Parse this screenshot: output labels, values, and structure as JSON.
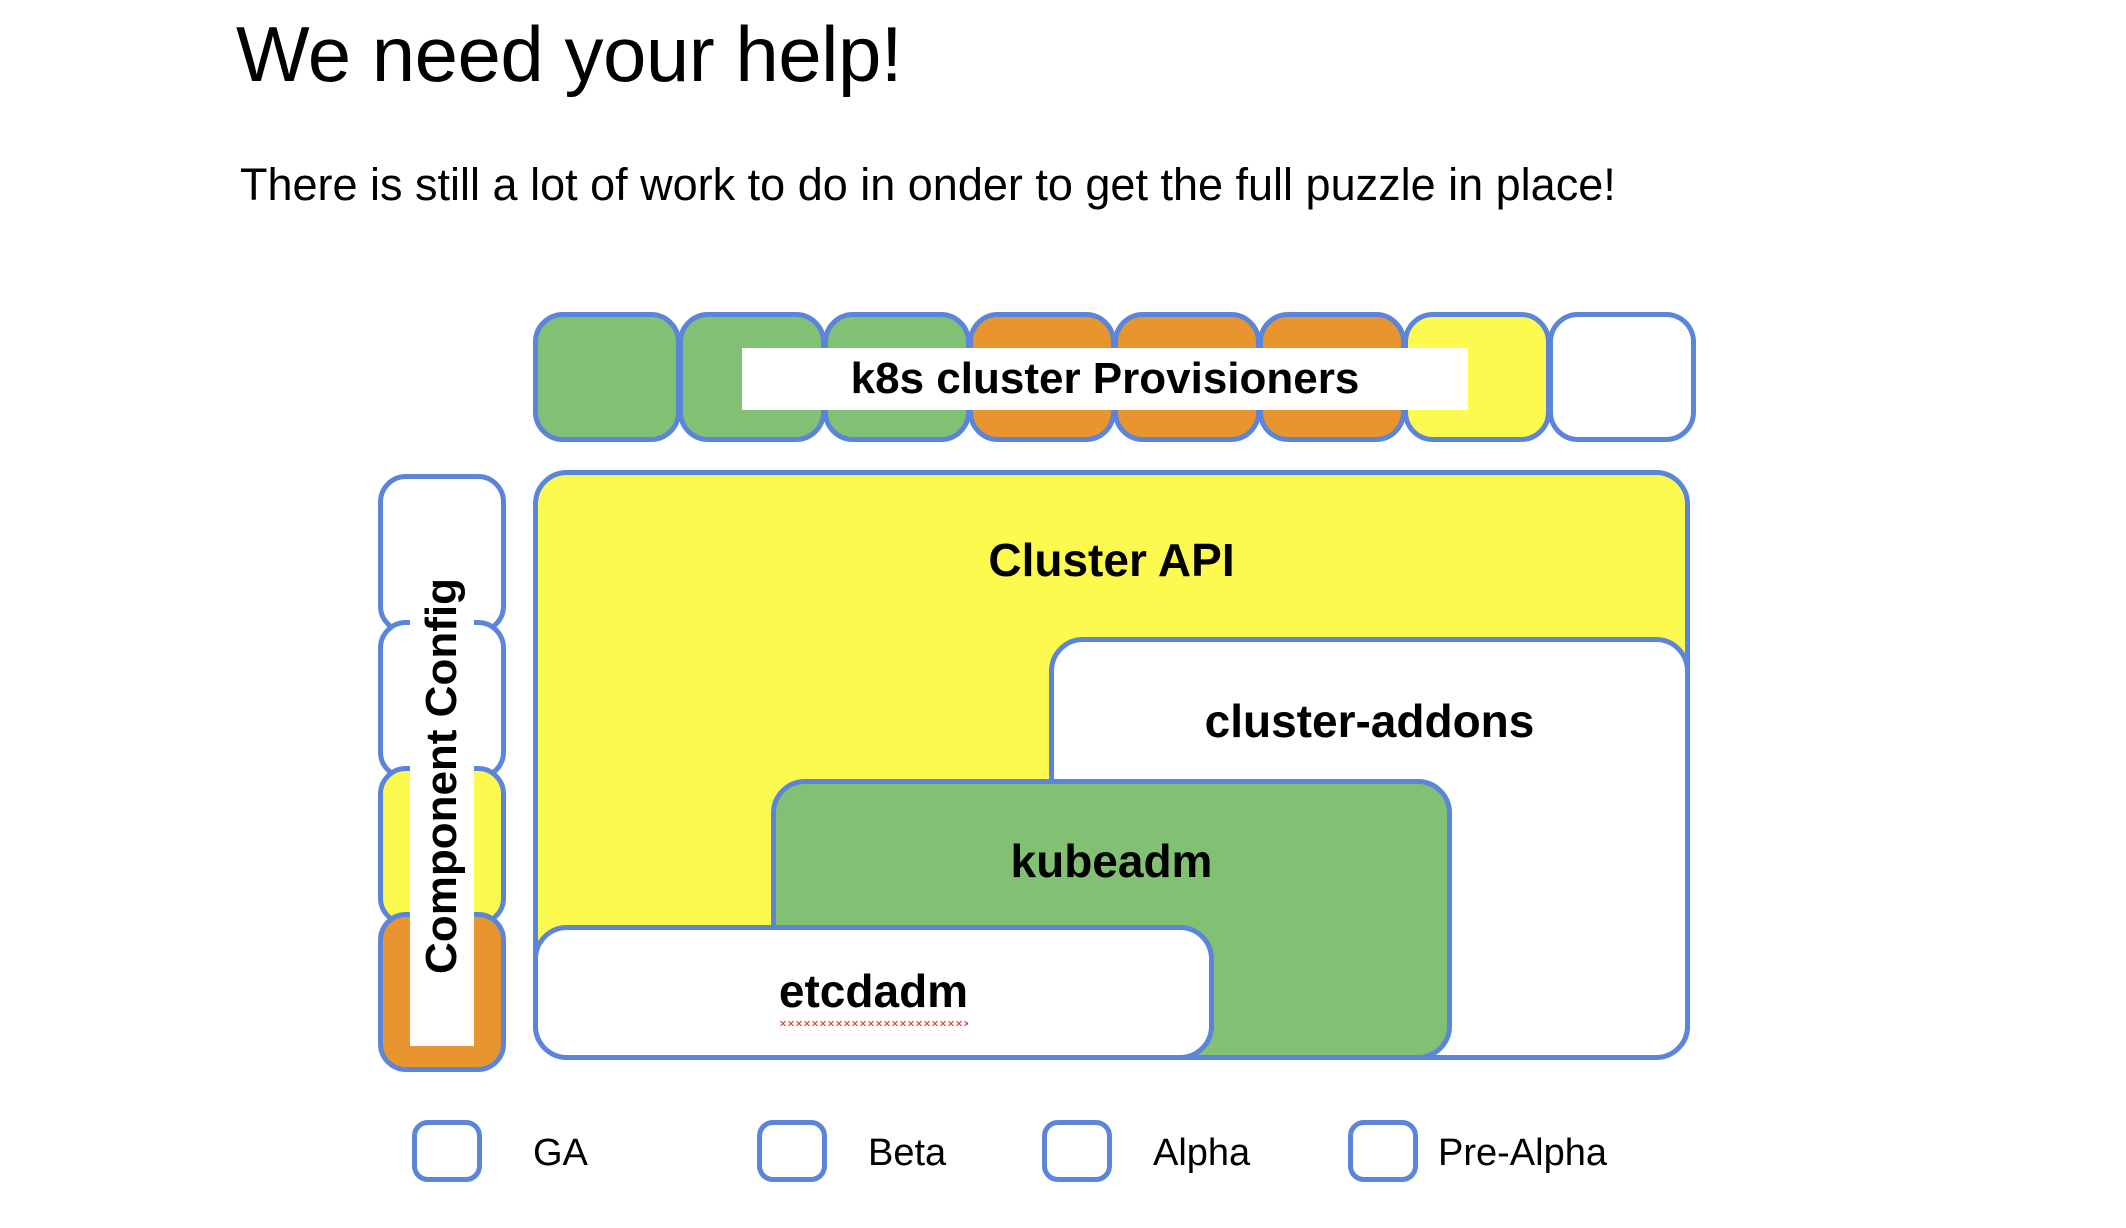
{
  "slide": {
    "title": "We need your help!",
    "subtitle": "There is still a lot of work to do in onder to get the full puzzle in place!"
  },
  "colors": {
    "border": "#5b85db",
    "ga": "#82c173",
    "beta": "#e8952f",
    "alpha": "#fcf94f",
    "pre_alpha": "#ffffff",
    "spellcheck_underline": "#e03b2f"
  },
  "provisioners": {
    "label": "k8s cluster Provisioners",
    "pills": [
      {
        "maturity": "GA"
      },
      {
        "maturity": "GA"
      },
      {
        "maturity": "GA"
      },
      {
        "maturity": "Beta"
      },
      {
        "maturity": "Beta"
      },
      {
        "maturity": "Beta"
      },
      {
        "maturity": "Alpha"
      },
      {
        "maturity": "Pre-Alpha"
      }
    ]
  },
  "component_config": {
    "label": "Component Config",
    "pills": [
      {
        "maturity": "Pre-Alpha"
      },
      {
        "maturity": "Pre-Alpha"
      },
      {
        "maturity": "Alpha"
      },
      {
        "maturity": "Beta"
      }
    ]
  },
  "boxes": {
    "cluster_api": {
      "label": "Cluster API",
      "maturity": "Alpha"
    },
    "cluster_addons": {
      "label": "cluster-addons",
      "maturity": "Pre-Alpha"
    },
    "kubeadm": {
      "label": "kubeadm",
      "maturity": "GA"
    },
    "etcdadm": {
      "label": "etcdadm",
      "maturity": "Pre-Alpha"
    }
  },
  "legend": {
    "items": [
      {
        "label": "GA",
        "maturity": "GA"
      },
      {
        "label": "Beta",
        "maturity": "Beta"
      },
      {
        "label": "Alpha",
        "maturity": "Alpha"
      },
      {
        "label": "Pre-Alpha",
        "maturity": "Pre-Alpha"
      }
    ]
  }
}
